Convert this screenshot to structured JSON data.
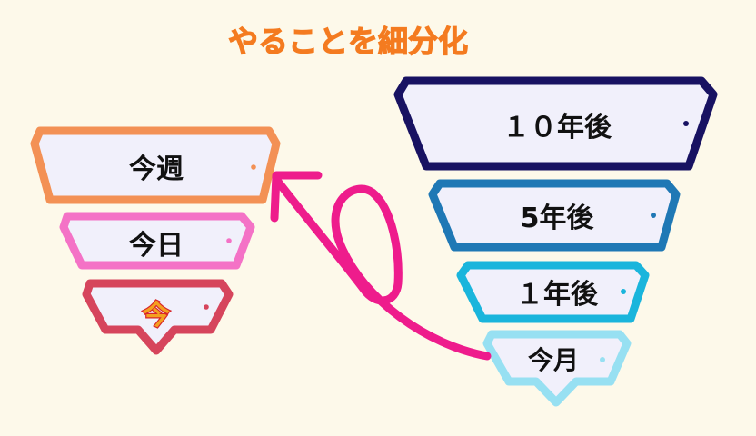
{
  "title": "やることを細分化",
  "left_funnel": {
    "items": [
      {
        "label": "今週",
        "color": "#f39155"
      },
      {
        "label": "今日",
        "color": "#f472c6"
      },
      {
        "label": "今",
        "color": "#d6455c"
      }
    ]
  },
  "right_funnel": {
    "items": [
      {
        "label": "１０年後",
        "color": "#181262"
      },
      {
        "label": "5年後",
        "color": "#1f78b5"
      },
      {
        "label": "１年後",
        "color": "#1ab5dc"
      },
      {
        "label": "今月",
        "color": "#97e0f2"
      }
    ]
  },
  "arrow_color": "#ee1c8c",
  "fill_color": "#f1f0fb"
}
